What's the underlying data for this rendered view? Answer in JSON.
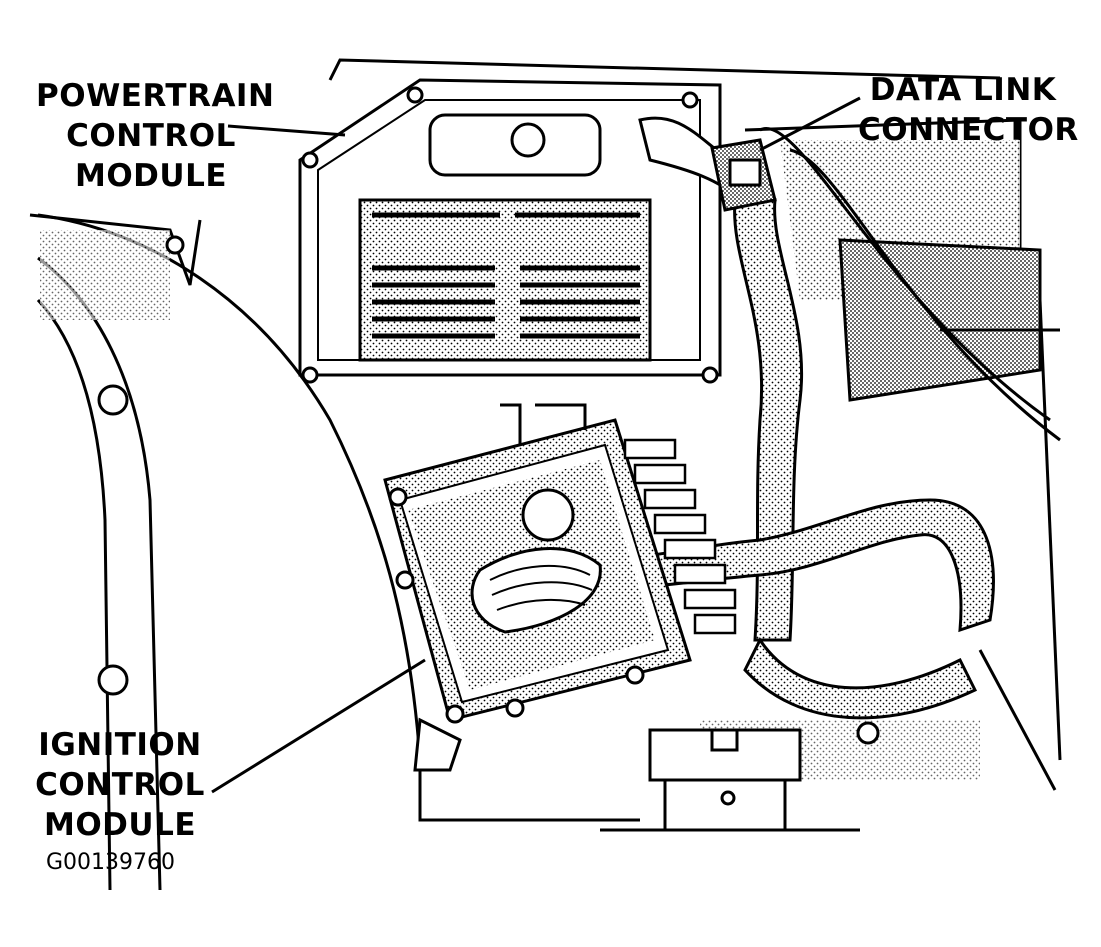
{
  "labels": {
    "pcm": [
      "POWERTRAIN",
      "CONTROL",
      "MODULE"
    ],
    "dlc": [
      "DATA LINK",
      "CONNECTOR"
    ],
    "icm": [
      "IGNITION",
      "CONTROL",
      "MODULE"
    ]
  },
  "figure_id": "G00139760"
}
